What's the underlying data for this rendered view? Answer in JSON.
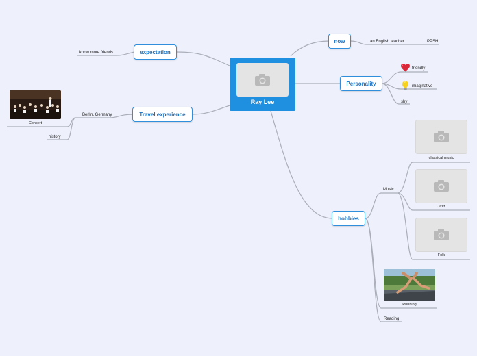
{
  "central": {
    "title": "Ray Lee",
    "icon": "camera-placeholder-icon"
  },
  "nodes": {
    "expectation": "expectation",
    "travel": "Travel experience",
    "now": "now",
    "personality": "Personality",
    "hobbies": "hobbies"
  },
  "leaves": {
    "know_friends": "know more friends",
    "berlin": "Berlin, Germany",
    "concert": "Concert",
    "history": "history",
    "english_teacher": "an English teacher",
    "ppsh": "PPSH",
    "friendly": "friendly",
    "imaginative": "imaginative",
    "shy": "shy",
    "music": "Music",
    "classical": "classical music",
    "jazz": "Jazz",
    "folk": "Folk",
    "running": "Running",
    "reading": "Reading"
  },
  "icons": {
    "friendly": "heart-icon",
    "imaginative": "lightbulb-icon",
    "placeholder": "camera-placeholder-icon"
  },
  "colors": {
    "background": "#eef0fb",
    "accent": "#1f8fe0",
    "node_border": "#2f8fdc",
    "node_text": "#1a73c4",
    "connector": "#a9aeb8"
  }
}
